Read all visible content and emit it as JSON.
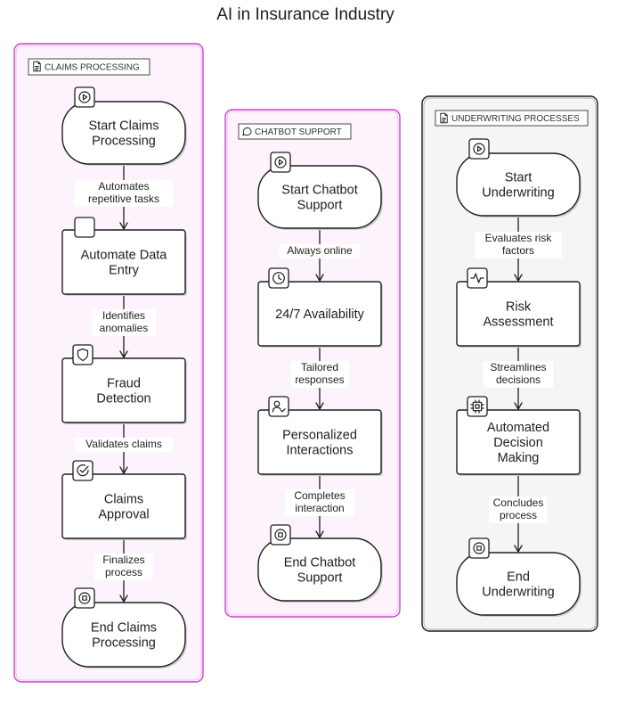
{
  "title": "AI in Insurance Industry",
  "colors": {
    "group_pink_fill": "#fcf3fc",
    "group_pink_stroke": "#cc44cc",
    "group_gray_fill": "#f5f5f5",
    "group_gray_stroke": "#1e1e1e",
    "node_fill": "#ffffff",
    "stroke": "#1e1e1e"
  },
  "groups": [
    {
      "id": "claims",
      "label": "CLAIMS PROCESSING",
      "icon": "document-icon",
      "nodes": [
        {
          "id": "c1",
          "label": [
            "Start Claims",
            "Processing"
          ],
          "shape": "rounded",
          "icon": "play-icon"
        },
        {
          "id": "c2",
          "label": [
            "Automate Data",
            "Entry"
          ],
          "shape": "rect",
          "icon": "blank-square-icon"
        },
        {
          "id": "c3",
          "label": [
            "Fraud",
            "Detection"
          ],
          "shape": "rect",
          "icon": "shield-icon"
        },
        {
          "id": "c4",
          "label": [
            "Claims",
            "Approval"
          ],
          "shape": "rect",
          "icon": "check-circle-icon"
        },
        {
          "id": "c5",
          "label": [
            "End Claims",
            "Processing"
          ],
          "shape": "rounded",
          "icon": "stop-icon"
        }
      ],
      "edges": [
        {
          "from": "c1",
          "to": "c2",
          "label": [
            "Automates",
            "repetitive tasks"
          ]
        },
        {
          "from": "c2",
          "to": "c3",
          "label": [
            "Identifies",
            "anomalies"
          ]
        },
        {
          "from": "c3",
          "to": "c4",
          "label": [
            "Validates claims"
          ]
        },
        {
          "from": "c4",
          "to": "c5",
          "label": [
            "Finalizes",
            "process"
          ]
        }
      ]
    },
    {
      "id": "chatbot",
      "label": "CHATBOT SUPPORT",
      "icon": "chat-bubble-icon",
      "nodes": [
        {
          "id": "b1",
          "label": [
            "Start Chatbot",
            "Support"
          ],
          "shape": "rounded",
          "icon": "play-icon"
        },
        {
          "id": "b2",
          "label": [
            "24/7 Availability"
          ],
          "shape": "rect",
          "icon": "clock-icon"
        },
        {
          "id": "b3",
          "label": [
            "Personalized",
            "Interactions"
          ],
          "shape": "rect",
          "icon": "user-check-icon"
        },
        {
          "id": "b4",
          "label": [
            "End Chatbot",
            "Support"
          ],
          "shape": "rounded",
          "icon": "stop-icon"
        }
      ],
      "edges": [
        {
          "from": "b1",
          "to": "b2",
          "label": [
            "Always online"
          ]
        },
        {
          "from": "b2",
          "to": "b3",
          "label": [
            "Tailored",
            "responses"
          ]
        },
        {
          "from": "b3",
          "to": "b4",
          "label": [
            "Completes",
            "interaction"
          ]
        }
      ]
    },
    {
      "id": "underwriting",
      "label": "UNDERWRITING PROCESSES",
      "icon": "document-icon",
      "nodes": [
        {
          "id": "u1",
          "label": [
            "Start",
            "Underwriting"
          ],
          "shape": "rounded",
          "icon": "play-icon"
        },
        {
          "id": "u2",
          "label": [
            "Risk",
            "Assessment"
          ],
          "shape": "rect",
          "icon": "activity-icon"
        },
        {
          "id": "u3",
          "label": [
            "Automated",
            "Decision",
            "Making"
          ],
          "shape": "rect",
          "icon": "cpu-icon"
        },
        {
          "id": "u4",
          "label": [
            "End",
            "Underwriting"
          ],
          "shape": "rounded",
          "icon": "stop-icon"
        }
      ],
      "edges": [
        {
          "from": "u1",
          "to": "u2",
          "label": [
            "Evaluates risk",
            "factors"
          ]
        },
        {
          "from": "u2",
          "to": "u3",
          "label": [
            "Streamlines",
            "decisions"
          ]
        },
        {
          "from": "u3",
          "to": "u4",
          "label": [
            "Concludes",
            "process"
          ]
        }
      ]
    }
  ]
}
